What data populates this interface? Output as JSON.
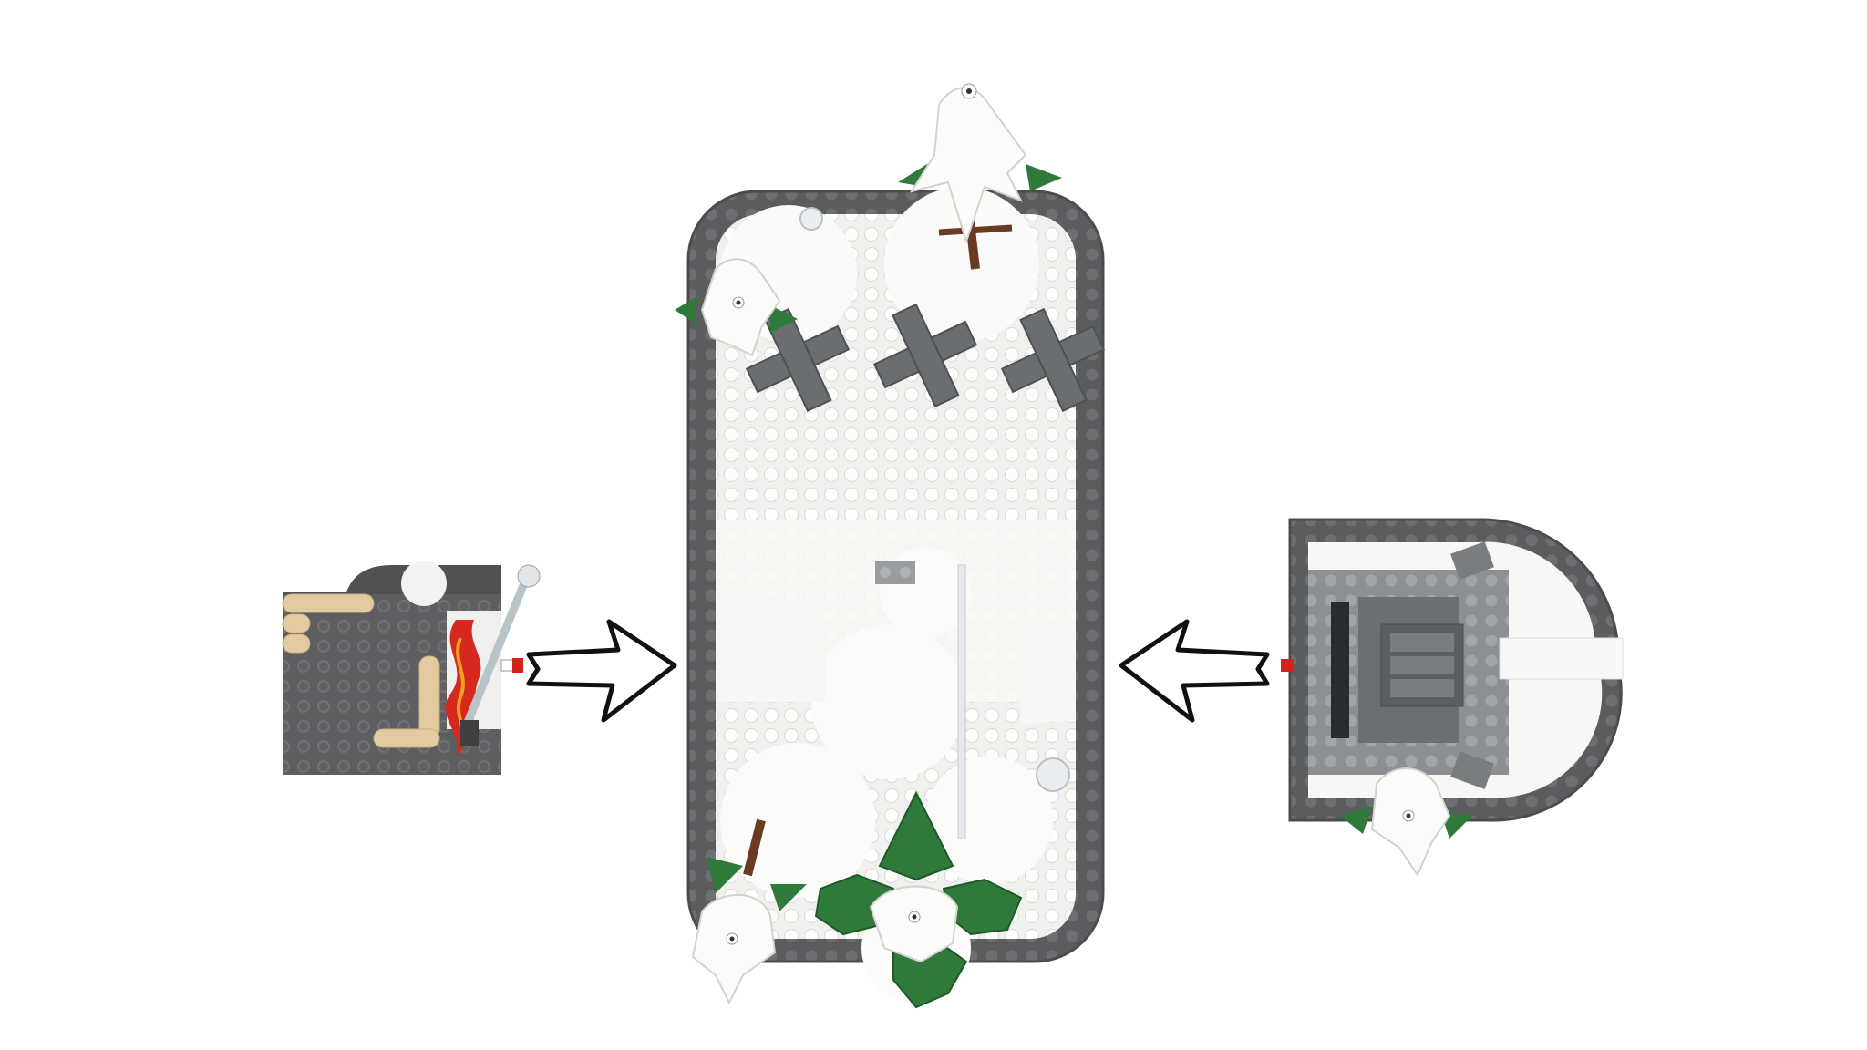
{
  "scene": {
    "background_color": "#ffffff",
    "modules": [
      {
        "id": "left",
        "description_icon": "fireplace-module-icon"
      },
      {
        "id": "center",
        "description_icon": "snowy-base-module-icon"
      },
      {
        "id": "right",
        "description_icon": "rounded-module-icon"
      }
    ],
    "arrows": [
      {
        "direction": "right",
        "icon": "arrow-right-icon"
      },
      {
        "direction": "left",
        "icon": "arrow-left-icon"
      }
    ],
    "colors": {
      "dark_gray": "#5a5c5e",
      "medium_gray": "#8a8d90",
      "white_plate": "#f4f4f2",
      "snow": "#fbfbfa",
      "tan": "#e3c99a",
      "green": "#2f7a3a",
      "brown": "#6b3a22",
      "red": "#d8201c",
      "arrow_stroke": "#111111"
    }
  }
}
